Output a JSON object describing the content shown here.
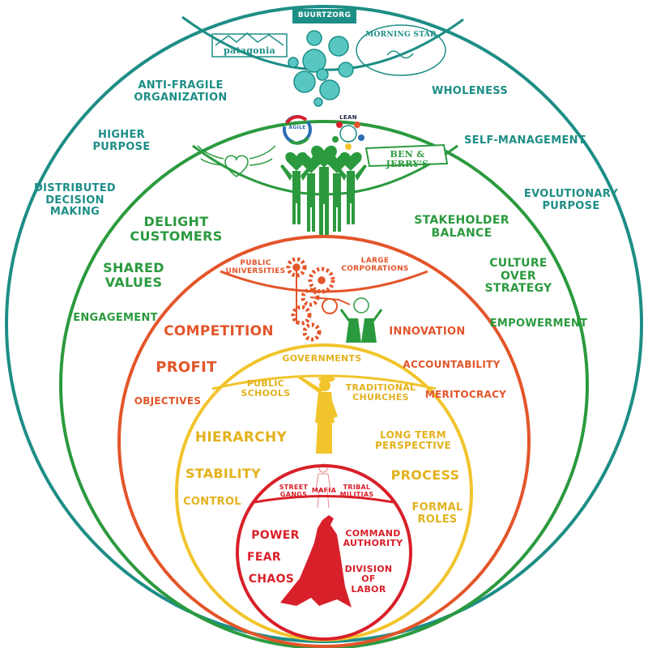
{
  "colors": {
    "teal": "#1d8e86",
    "green": "#2b9a3e",
    "orange": "#e3552a",
    "yellow": "#f2c42c",
    "red": "#d8202a"
  },
  "logos": {
    "buurtzorg": "BUURTZORG",
    "patagonia": "patagonia",
    "morning_star": "MORNING STAR",
    "ben_jerrys": "BEN & JERRY'S",
    "agile": "AGILE",
    "lean": "LEAN"
  },
  "teal_ring": {
    "items": [
      "ANTI-FRAGILE\nORGANIZATION",
      "HIGHER\nPURPOSE",
      "DISTRIBUTED\nDECISION\nMAKING",
      "WHOLENESS",
      "SELF-MANAGEMENT",
      "EVOLUTIONARY\nPURPOSE"
    ]
  },
  "green_ring": {
    "items": [
      "DELIGHT\nCUSTOMERS",
      "SHARED\nVALUES",
      "ENGAGEMENT",
      "STAKEHOLDER\nBALANCE",
      "CULTURE\nOVER\nSTRATEGY",
      "EMPOWERMENT"
    ]
  },
  "orange_ring": {
    "examples": [
      "PUBLIC\nUNIVERSITIES",
      "LARGE\nCORPORATIONS"
    ],
    "items": [
      "COMPETITION",
      "PROFIT",
      "OBJECTIVES",
      "INNOVATION",
      "ACCOUNTABILITY",
      "MERITOCRACY"
    ]
  },
  "amber_ring": {
    "examples": [
      "GOVERNMENTS",
      "PUBLIC\nSCHOOLS",
      "TRADITIONAL\nCHURCHES"
    ],
    "items": [
      "HIERARCHY",
      "STABILITY",
      "CONTROL",
      "LONG TERM\nPERSPECTIVE",
      "PROCESS",
      "FORMAL\nROLES"
    ]
  },
  "red_ring": {
    "examples": [
      "STREET\nGANGS",
      "MAFIA",
      "TRIBAL\nMILITIAS"
    ],
    "items": [
      "POWER",
      "FEAR",
      "CHAOS",
      "COMMAND\nAUTHORITY",
      "DIVISION\nOF\nLABOR"
    ]
  }
}
